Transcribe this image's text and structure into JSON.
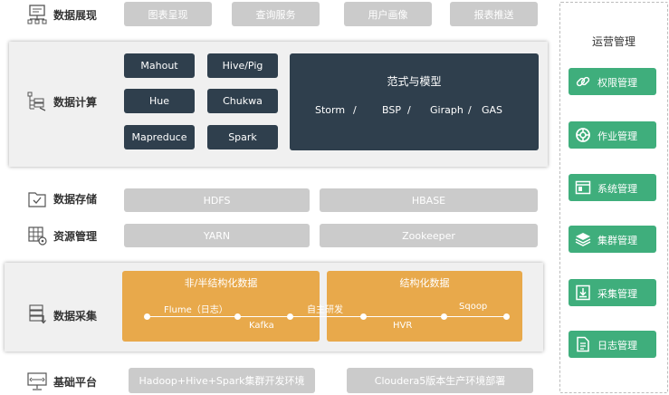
{
  "layers": {
    "display": {
      "label": "数据展现",
      "items": [
        "图表呈现",
        "查询服务",
        "用户画像",
        "报表推送"
      ]
    },
    "compute": {
      "label": "数据计算",
      "tools": [
        "Mahout",
        "Hive/Pig",
        "Hue",
        "Chukwa",
        "Mapreduce",
        "Spark"
      ],
      "paradigm": {
        "title": "范式与模型",
        "models": [
          "Storm",
          "/",
          "BSP",
          "/",
          "Giraph",
          "/",
          "GAS"
        ]
      }
    },
    "storage": {
      "label": "数据存储",
      "items": [
        "HDFS",
        "HBASE"
      ]
    },
    "resource": {
      "label": "资源管理",
      "items": [
        "YARN",
        "Zookeeper"
      ]
    },
    "collection": {
      "label": "数据采集",
      "unstructured": {
        "title": "非/半结构化数据",
        "flume": "Flume（日志）",
        "kafka": "Kafka"
      },
      "bridge": "自主研发",
      "structured": {
        "title": "结构化数据",
        "hvr": "HVR",
        "sqoop": "Sqoop"
      }
    },
    "platform": {
      "label": "基础平台",
      "items": [
        "Hadoop+Hive+Spark集群开发环境",
        "Cloudera5版本生产环境部署"
      ]
    }
  },
  "ops": {
    "title": "运营管理",
    "items": [
      {
        "label": "权限管理",
        "icon": "link-icon"
      },
      {
        "label": "作业管理",
        "icon": "lifebuoy-icon"
      },
      {
        "label": "系统管理",
        "icon": "window-icon"
      },
      {
        "label": "集群管理",
        "icon": "layers-icon"
      },
      {
        "label": "采集管理",
        "icon": "download-doc-icon"
      },
      {
        "label": "日志管理",
        "icon": "log-doc-icon"
      }
    ]
  },
  "colors": {
    "gray_button": "#cbcbcb",
    "dark_button": "#2f3f4d",
    "orange": "#e8a94b",
    "green": "#3fae7c"
  }
}
